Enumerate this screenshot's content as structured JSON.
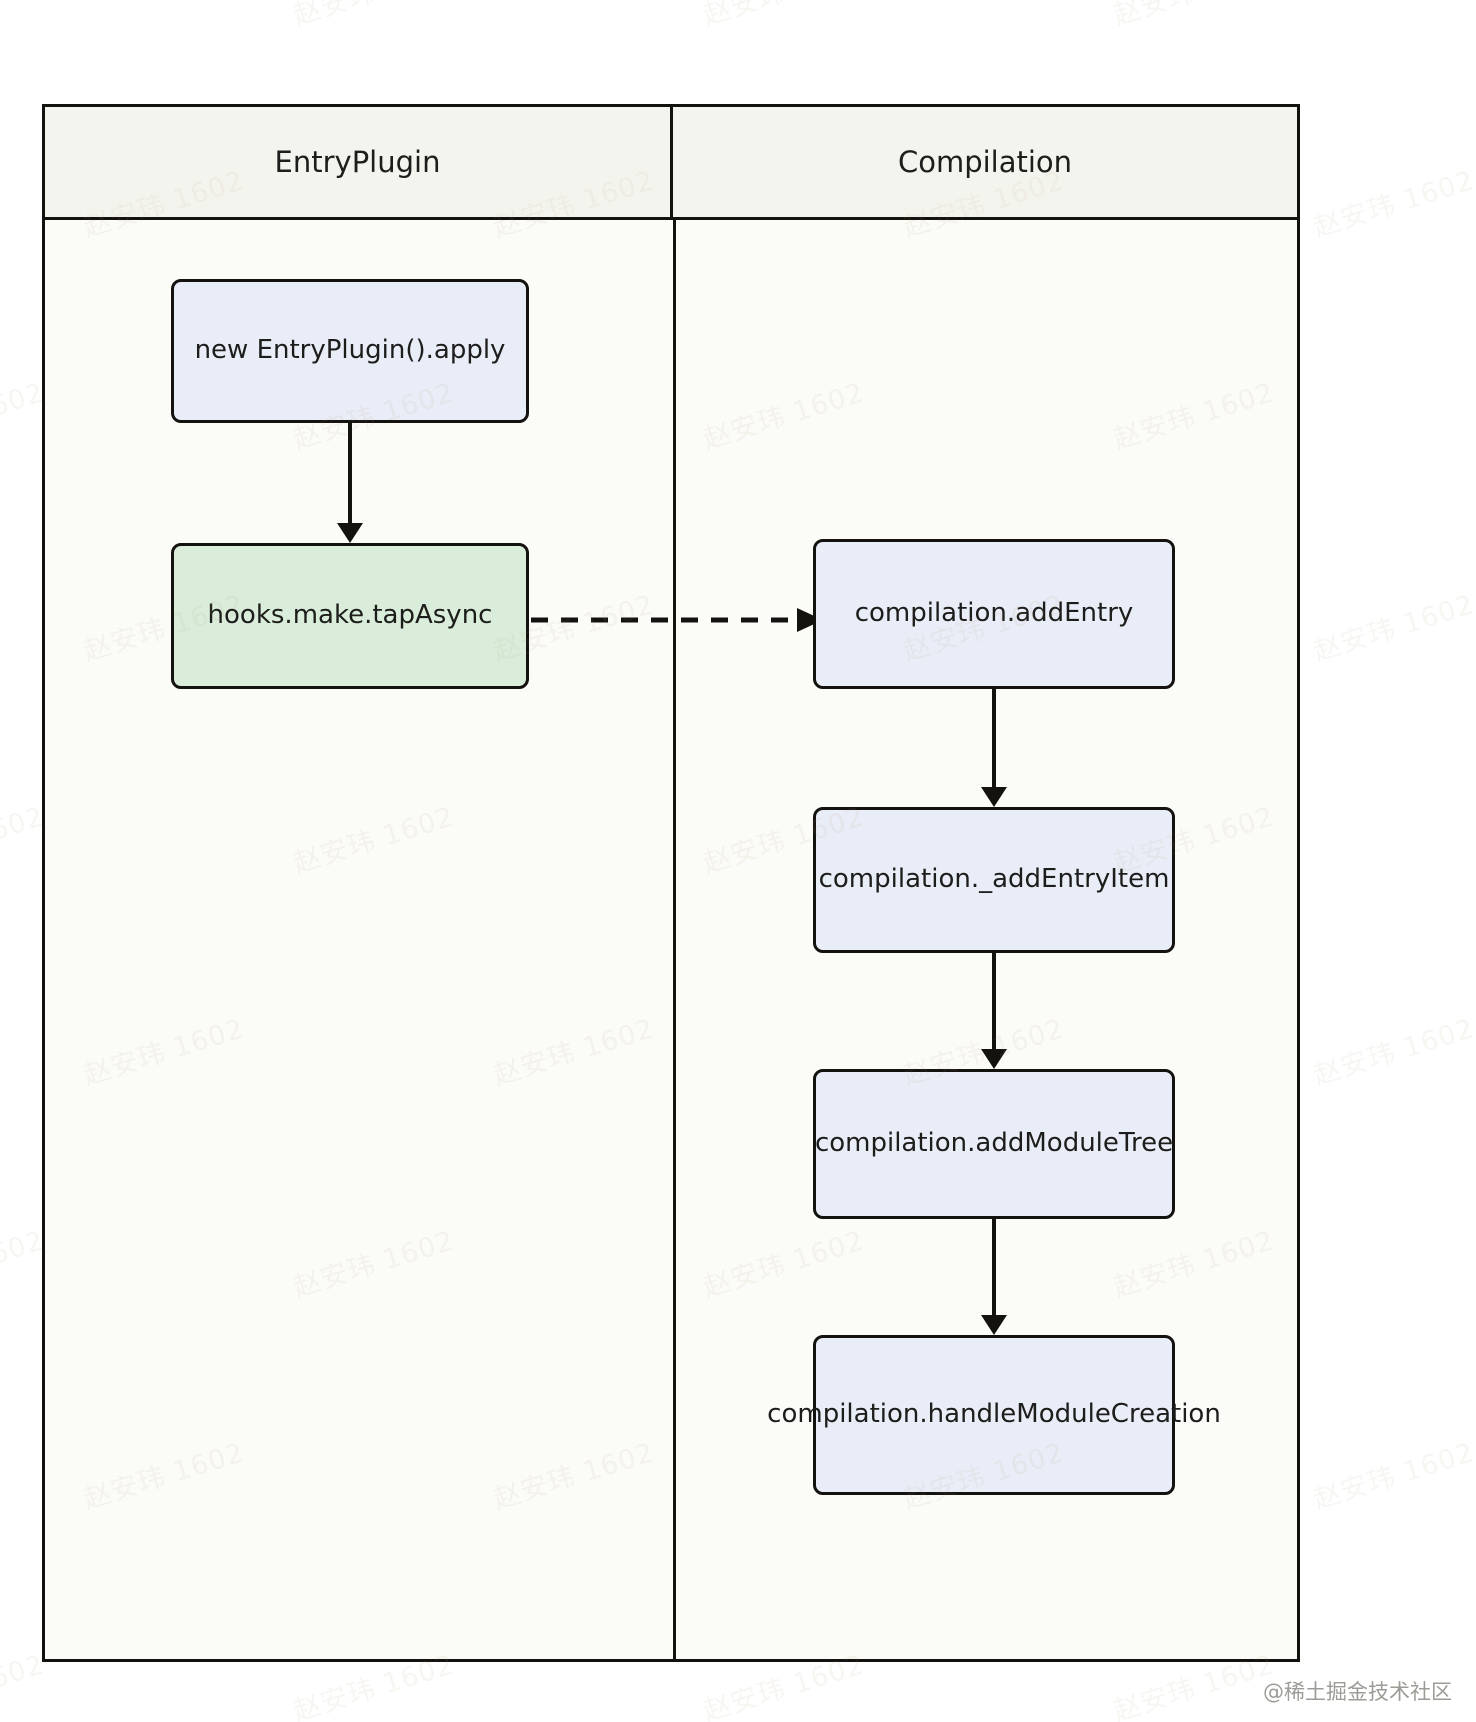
{
  "diagram": {
    "type": "sequence-flow",
    "lanes": [
      {
        "id": "entryplugin",
        "label": "EntryPlugin"
      },
      {
        "id": "compilation",
        "label": "Compilation"
      }
    ],
    "nodes": [
      {
        "id": "n1",
        "label": "new EntryPlugin().apply",
        "lane": "entryplugin",
        "fill": "#e9edf7",
        "stroke": "#14120f"
      },
      {
        "id": "n2",
        "label": "hooks.make.tapAsync",
        "lane": "entryplugin",
        "fill": "#d9edda",
        "stroke": "#14120f"
      },
      {
        "id": "n3",
        "label": "compilation.addEntry",
        "lane": "compilation",
        "fill": "#e9edf7",
        "stroke": "#14120f"
      },
      {
        "id": "n4",
        "label": "compilation._addEntryItem",
        "lane": "compilation",
        "fill": "#e9edf7",
        "stroke": "#14120f"
      },
      {
        "id": "n5",
        "label": "compilation.addModuleTree",
        "lane": "compilation",
        "fill": "#e9edf7",
        "stroke": "#14120f"
      },
      {
        "id": "n6",
        "label": "compilation.handleModuleCreation",
        "lane": "compilation",
        "fill": "#e9edf7",
        "stroke": "#14120f"
      }
    ],
    "edges": [
      {
        "from": "n1",
        "to": "n2",
        "style": "solid",
        "direction": "down"
      },
      {
        "from": "n2",
        "to": "n3",
        "style": "dashed",
        "direction": "right"
      },
      {
        "from": "n3",
        "to": "n4",
        "style": "solid",
        "direction": "down"
      },
      {
        "from": "n4",
        "to": "n5",
        "style": "solid",
        "direction": "down"
      },
      {
        "from": "n5",
        "to": "n6",
        "style": "solid",
        "direction": "down"
      }
    ]
  },
  "watermark": {
    "text": "赵安玮 1602"
  },
  "credit": {
    "text": "@稀土掘金技术社区"
  }
}
